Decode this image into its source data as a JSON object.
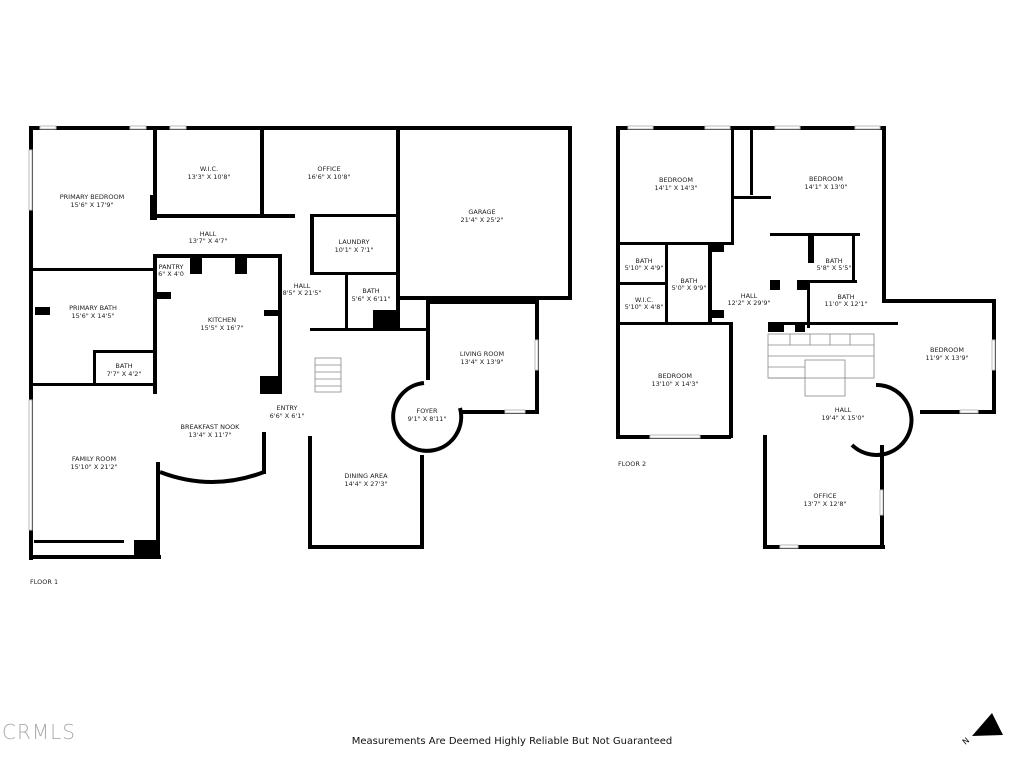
{
  "floor1": {
    "label": "FLOOR 1",
    "rooms": [
      {
        "name": "PRIMARY BEDROOM",
        "dims": "15'6\" X 17'9\""
      },
      {
        "name": "W.I.C.",
        "dims": "13'3\" X 10'8\""
      },
      {
        "name": "OFFICE",
        "dims": "16'6\" X 10'8\""
      },
      {
        "name": "GARAGE",
        "dims": "21'4\" X 25'2\""
      },
      {
        "name": "HALL",
        "dims": "13'7\" X 4'7\""
      },
      {
        "name": "LAUNDRY",
        "dims": "10'1\" X 7'1\""
      },
      {
        "name": "PANTRY",
        "dims": "6\" X 4'0"
      },
      {
        "name": "HALL",
        "dims": "8'5\" X 21'5\""
      },
      {
        "name": "BATH",
        "dims": "5'6\" X 6'11\""
      },
      {
        "name": "PRIMARY BATH",
        "dims": "15'6\" X 14'5\""
      },
      {
        "name": "KITCHEN",
        "dims": "15'5\" X 16'7\""
      },
      {
        "name": "BATH",
        "dims": "7'7\" X 4'2\""
      },
      {
        "name": "LIVING ROOM",
        "dims": "13'4\" X 13'9\""
      },
      {
        "name": "FOYER",
        "dims": "9'1\" X 8'11\""
      },
      {
        "name": "ENTRY",
        "dims": "6'6\" X 6'1\""
      },
      {
        "name": "BREAKFAST NOOK",
        "dims": "13'4\" X 11'7\""
      },
      {
        "name": "FAMILY ROOM",
        "dims": "15'10\" X 21'2\""
      },
      {
        "name": "DINING AREA",
        "dims": "14'4\" X 27'3\""
      }
    ]
  },
  "floor2": {
    "label": "FLOOR 2",
    "rooms": [
      {
        "name": "BEDROOM",
        "dims": "14'1\" X 14'3\""
      },
      {
        "name": "BEDROOM",
        "dims": "14'1\" X 13'0\""
      },
      {
        "name": "BATH",
        "dims": "5'10\" X 4'9\""
      },
      {
        "name": "BATH",
        "dims": "5'0\" X 9'9\""
      },
      {
        "name": "HALL",
        "dims": "12'2\" X 29'9\""
      },
      {
        "name": "BATH",
        "dims": "5'8\" X 5'5\""
      },
      {
        "name": "W.I.C.",
        "dims": "5'10\" X 4'8\""
      },
      {
        "name": "BATH",
        "dims": "11'0\" X 12'1\""
      },
      {
        "name": "BEDROOM",
        "dims": "11'9\" X 13'9\""
      },
      {
        "name": "BEDROOM",
        "dims": "13'10\" X 14'3\""
      },
      {
        "name": "HALL",
        "dims": "19'4\" X 15'0\""
      },
      {
        "name": "OFFICE",
        "dims": "13'7\" X 12'8\""
      }
    ]
  },
  "disclaimer": "Measurements Are Deemed Highly Reliable But Not Guaranteed",
  "logo": "CRMLS",
  "compass": {
    "icon": "north-arrow-icon",
    "label": "N"
  }
}
